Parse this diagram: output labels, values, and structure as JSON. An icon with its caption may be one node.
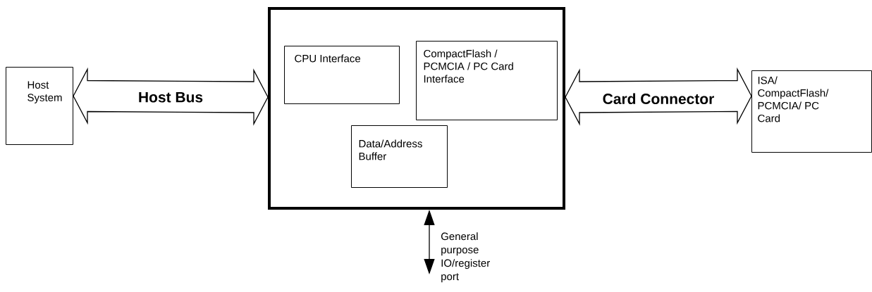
{
  "diagram": {
    "nodes": [
      {
        "text": [
          "Host System"
        ]
      },
      {
        "text": [],
        "shape": "box"
      },
      {
        "text": [
          "CPU Interface"
        ],
        "in": 1
      },
      {
        "text": [
          "CompactFlash / PCMCIA / PC Card Interface"
        ],
        "in": 1
      },
      {
        "text": [
          "Data/Address Buffer"
        ],
        "in": 1
      },
      {
        "text": [
          "ISA/ CompactFlash/ PCMCIA/ PC Card"
        ]
      }
    ],
    "edges": [
      {
        "from": 0,
        "to": 1,
        "arrow": "both",
        "label": "Host Bus",
        "style": "thick"
      },
      {
        "from": 1,
        "to": 5,
        "arrow": "both",
        "label": "Card Connector",
        "style": "thick"
      },
      {
        "from": 1,
        "to": null,
        "arrow": "both",
        "label": "General purpose IO/register port"
      }
    ]
  }
}
